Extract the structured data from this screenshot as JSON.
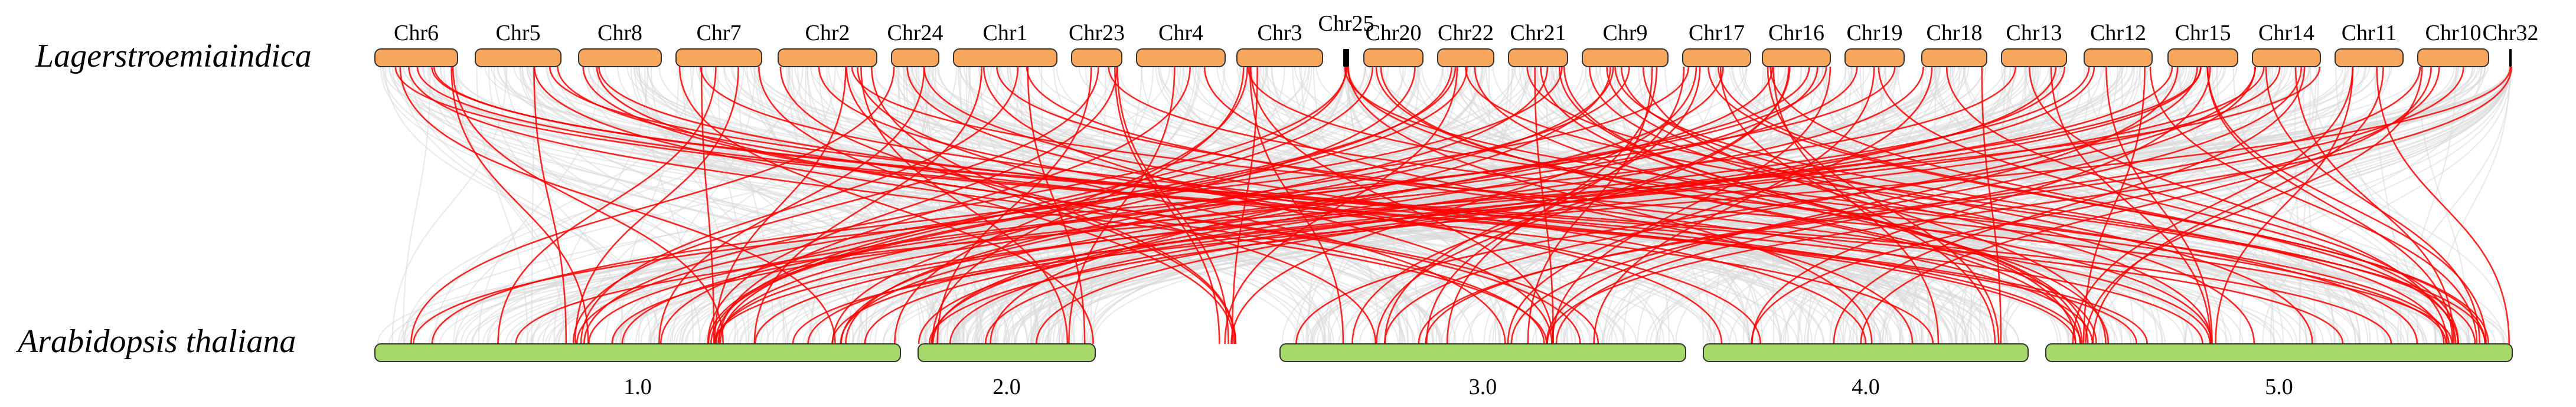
{
  "top_genome": {
    "species": "Lagerstroemiaindica",
    "bar_color": "#f7a65e",
    "chromosomes": [
      "Chr6",
      "Chr5",
      "Chr8",
      "Chr7",
      "Chr2",
      "Chr24",
      "Chr1",
      "Chr23",
      "Chr4",
      "Chr3",
      "Chr25",
      "Chr20",
      "Chr22",
      "Chr21",
      "Chr9",
      "Chr17",
      "Chr16",
      "Chr19",
      "Chr18",
      "Chr13",
      "Chr12",
      "Chr15",
      "Chr14",
      "Chr11",
      "Chr10",
      "Chr32"
    ]
  },
  "bottom_genome": {
    "species": "Arabidopsis thaliana",
    "bar_color": "#a6d96a",
    "chromosomes": [
      "1.0",
      "2.0",
      "3.0",
      "4.0",
      "5.0"
    ]
  },
  "colors": {
    "background_links": "#d9d9d9",
    "highlight_links": "#ff0000",
    "outline": "#333333"
  }
}
